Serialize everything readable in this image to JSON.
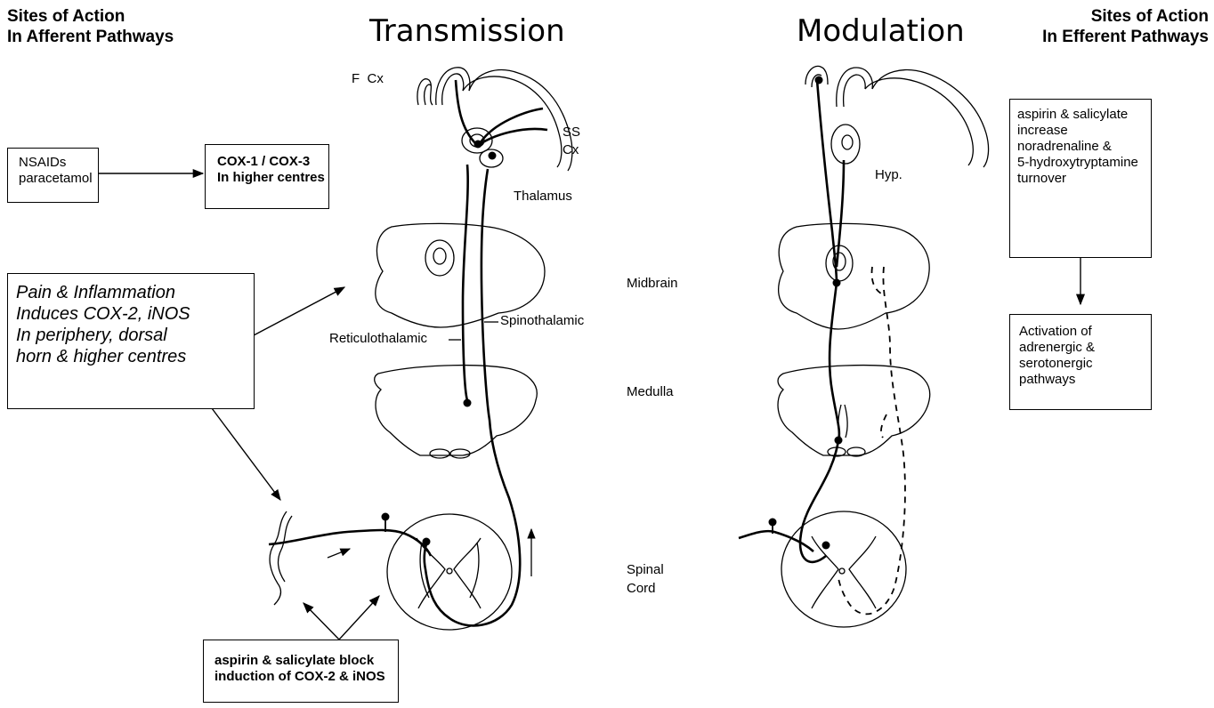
{
  "headers": {
    "afferent": [
      "Sites of Action",
      "In Afferent Pathways"
    ],
    "efferent": [
      "Sites of Action",
      "In Efferent Pathways"
    ],
    "transmission": "Transmission",
    "modulation": "Modulation"
  },
  "labels": {
    "fcx": "F  Cx",
    "ss": "SS",
    "cx": "Cx",
    "thalamus": "Thalamus",
    "hyp": "Hyp.",
    "midbrain": "Midbrain",
    "spinothalamic": "Spinothalamic",
    "reticulothalamic": "Reticulothalamic",
    "medulla": "Medulla",
    "spinal": [
      "Spinal",
      "Cord"
    ]
  },
  "boxes": {
    "nsaids": [
      "NSAIDs",
      "paracetamol"
    ],
    "cox": [
      "COX-1 / COX-3",
      "In higher centres"
    ],
    "pain": [
      "Pain & Inflammation",
      "Induces COX-2, iNOS",
      "In periphery, dorsal",
      "horn & higher centres"
    ],
    "aspirin_block": [
      "aspirin & salicylate block",
      "induction of COX-2 & iNOS"
    ],
    "aspirin_increase": [
      "aspirin & salicylate",
      "increase",
      "noradrenaline &",
      "5-hydroxytryptamine",
      "turnover"
    ],
    "activation": [
      "Activation of",
      "adrenergic &",
      "serotonergic",
      "pathways"
    ]
  }
}
